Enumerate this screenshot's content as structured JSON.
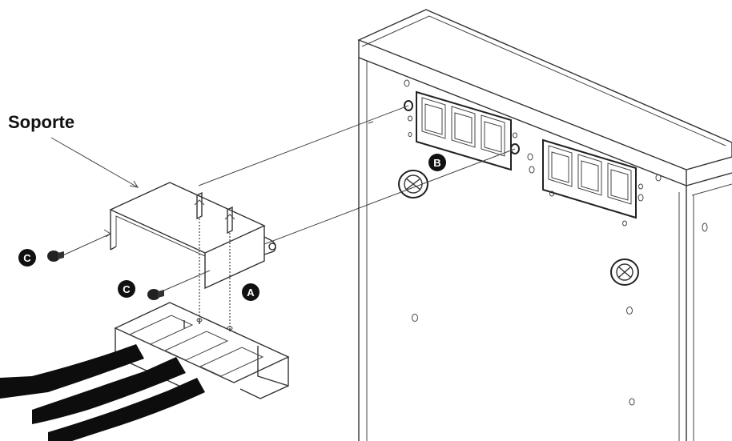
{
  "labels": {
    "title": "Soporte"
  },
  "callouts": {
    "a": "A",
    "b": "B",
    "c_left": "C",
    "c_lower": "C"
  },
  "colors": {
    "ink": "#222222",
    "badge": "#111111",
    "background": "#ffffff",
    "cable": "#0d0d0d"
  }
}
